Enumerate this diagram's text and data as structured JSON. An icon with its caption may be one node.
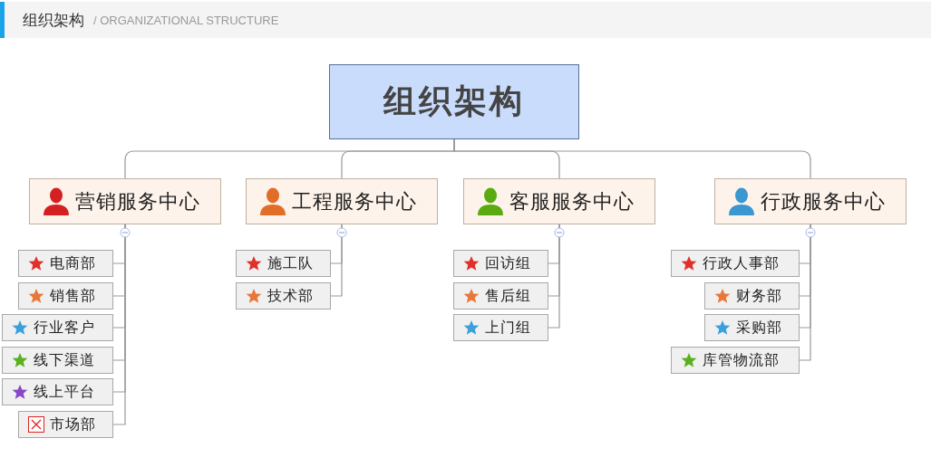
{
  "diagram": {
    "title": "组织架构",
    "nodes": [
      {
        "text": [
          "组织架构"
        ]
      },
      {
        "text": [
          "营销服务中心"
        ]
      },
      {
        "text": [
          "工程服务中心"
        ]
      },
      {
        "text": [
          "客服服务中心"
        ]
      },
      {
        "text": [
          "行政服务中心"
        ]
      },
      {
        "text": [
          "电商部"
        ]
      },
      {
        "text": [
          "销售部"
        ]
      },
      {
        "text": [
          "行业客户"
        ]
      },
      {
        "text": [
          "线下渠道"
        ]
      },
      {
        "text": [
          "线上平台"
        ]
      },
      {
        "text": [
          "市场部"
        ]
      },
      {
        "text": [
          "施工队"
        ]
      },
      {
        "text": [
          "技术部"
        ]
      },
      {
        "text": [
          "回访组"
        ]
      },
      {
        "text": [
          "售后组"
        ]
      },
      {
        "text": [
          "上门组"
        ]
      },
      {
        "text": [
          "行政人事部"
        ]
      },
      {
        "text": [
          "财务部"
        ]
      },
      {
        "text": [
          "采购部"
        ]
      },
      {
        "text": [
          "库管物流部"
        ]
      }
    ],
    "edges": [
      {
        "from": 0,
        "to": 1,
        "arrow": "none"
      },
      {
        "from": 0,
        "to": 2,
        "arrow": "none"
      },
      {
        "from": 0,
        "to": 3,
        "arrow": "none"
      },
      {
        "from": 0,
        "to": 4,
        "arrow": "none"
      },
      {
        "from": 1,
        "to": 5,
        "arrow": "none"
      },
      {
        "from": 1,
        "to": 6,
        "arrow": "none"
      },
      {
        "from": 1,
        "to": 7,
        "arrow": "none"
      },
      {
        "from": 1,
        "to": 8,
        "arrow": "none"
      },
      {
        "from": 1,
        "to": 9,
        "arrow": "none"
      },
      {
        "from": 1,
        "to": 10,
        "arrow": "none"
      },
      {
        "from": 2,
        "to": 11,
        "arrow": "none"
      },
      {
        "from": 2,
        "to": 12,
        "arrow": "none"
      },
      {
        "from": 3,
        "to": 13,
        "arrow": "none"
      },
      {
        "from": 3,
        "to": 14,
        "arrow": "none"
      },
      {
        "from": 3,
        "to": 15,
        "arrow": "none"
      },
      {
        "from": 4,
        "to": 16,
        "arrow": "none"
      },
      {
        "from": 4,
        "to": 17,
        "arrow": "none"
      },
      {
        "from": 4,
        "to": 18,
        "arrow": "none"
      },
      {
        "from": 4,
        "to": 19,
        "arrow": "none"
      }
    ],
    "labels": [
      "/ ORGANIZATIONAL STRUCTURE"
    ]
  }
}
